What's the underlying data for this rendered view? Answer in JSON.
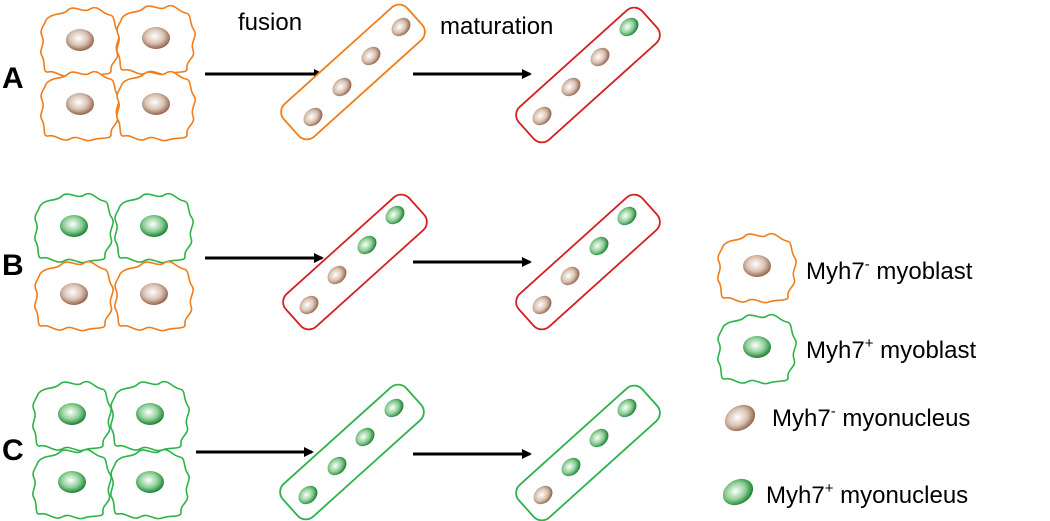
{
  "rows": [
    {
      "label": "A"
    },
    {
      "label": "B"
    },
    {
      "label": "C"
    }
  ],
  "steps": {
    "fusion": "fusion",
    "maturation": "maturation"
  },
  "legend": [
    {
      "prefix": "Myh7",
      "sign": "-",
      "suffix": " myoblast"
    },
    {
      "prefix": "Myh7",
      "sign": "+",
      "suffix": " myoblast"
    },
    {
      "prefix": "Myh7",
      "sign": "-",
      "suffix": " myonucleus"
    },
    {
      "prefix": "Myh7",
      "sign": "+",
      "suffix": " myonucleus"
    }
  ],
  "colors": {
    "myh7_negative_outline": "#f07d1a",
    "myh7_positive_outline": "#2db34a",
    "mature_outline": "#d42020",
    "nucleus_negative": "#a3765a",
    "nucleus_positive": "#1f8a3a",
    "arrow": "#000000"
  }
}
